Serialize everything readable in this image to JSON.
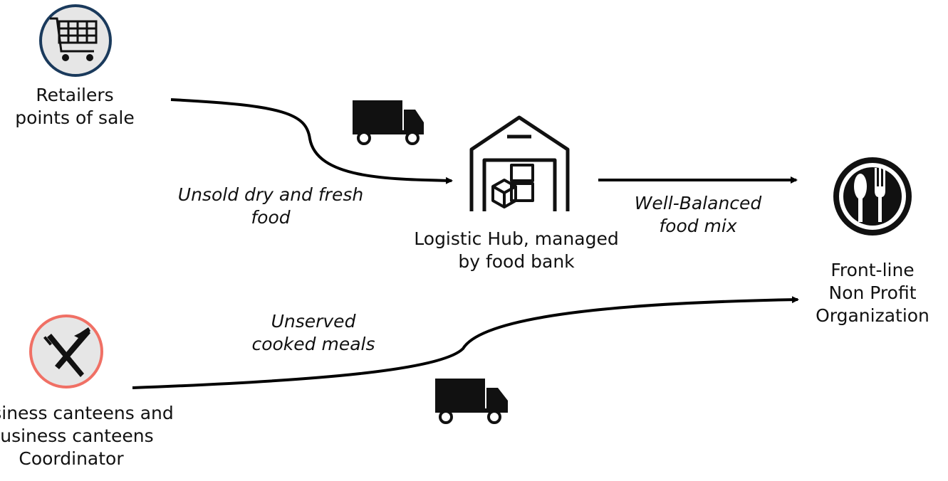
{
  "nodes": {
    "retailers": {
      "label": "Retailers\npoints of sale",
      "icon": "shopping-cart-icon",
      "ring_color": "#1a3a5c"
    },
    "hub": {
      "label": "Logistic Hub, managed\nby food bank",
      "icon": "warehouse-icon"
    },
    "nonprofit": {
      "label": "Front-line\nNon Profit\nOrganization",
      "icon": "plate-cutlery-icon"
    },
    "canteens": {
      "label": "Business canteens and\nbusiness canteens\nCoordinator",
      "icon": "knife-fork-icon",
      "ring_color": "#f07065"
    }
  },
  "flows": {
    "unsold": "Unsold dry and fresh\nfood",
    "balanced": "Well-Balanced\nfood mix",
    "unserved": "Unserved\ncooked meals"
  },
  "icons": [
    "delivery-truck-icon",
    "delivery-truck-icon"
  ]
}
